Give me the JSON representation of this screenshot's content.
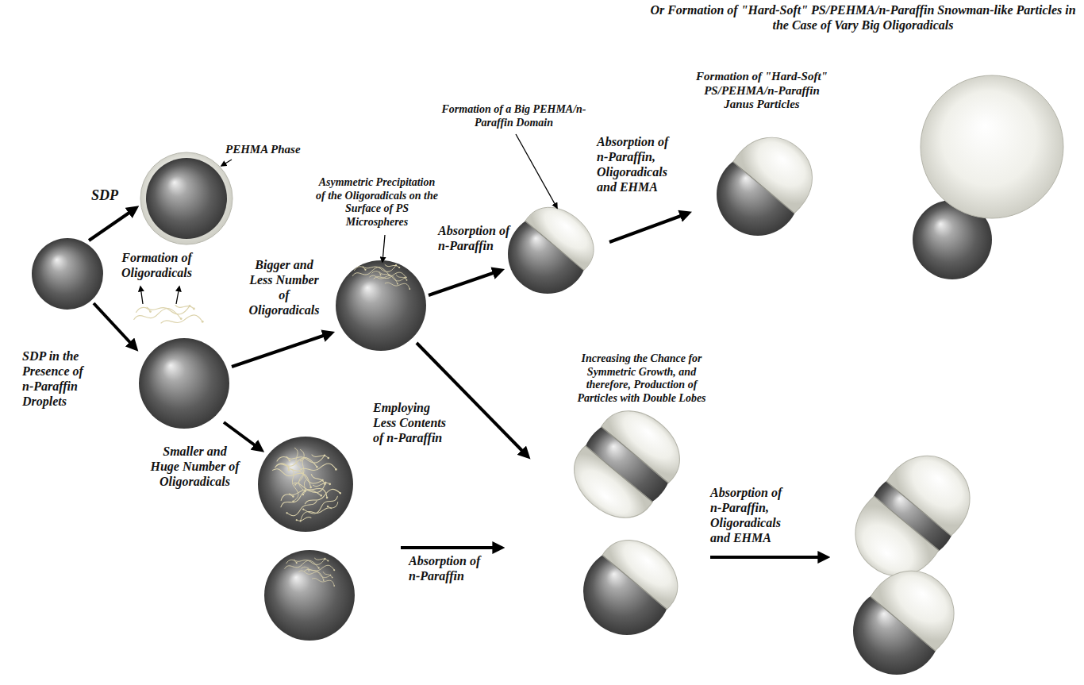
{
  "diagram": {
    "labels": [
      "Or Formation of \"Hard-Soft\" PS/PEHMA/n-Paraffin Snowman-like Particles in the Case of Vary Big Oligoradicals",
      "Formation of \"Hard-Soft\" PS/PEHMA/n-Paraffin Janus Particles",
      "PEHMA Phase",
      "SDP",
      "Formation of Oligoradicals",
      "Asymmetric Precipitation of the Oligoradicals on the Surface of PS Microspheres",
      "Formation of a Big PEHMA/n-Paraffin Domain",
      "Absorption of n-Paraffin, Oligoradicals and EHMA",
      "Bigger and Less Number of Oligoradicals",
      "SDP in the Presence of n-Paraffin Droplets",
      "Absorption of n-Paraffin",
      "Increasing the Chance for Symmetric Growth, and therefore, Production of Particles with Double Lobes",
      "Employing Less Contents of n-Paraffin",
      "Smaller and Huge Number of Oligoradicals",
      "Absorption of n-Paraffin, Oligoradicals and EHMA",
      "Absorption of n-Paraffin"
    ]
  }
}
